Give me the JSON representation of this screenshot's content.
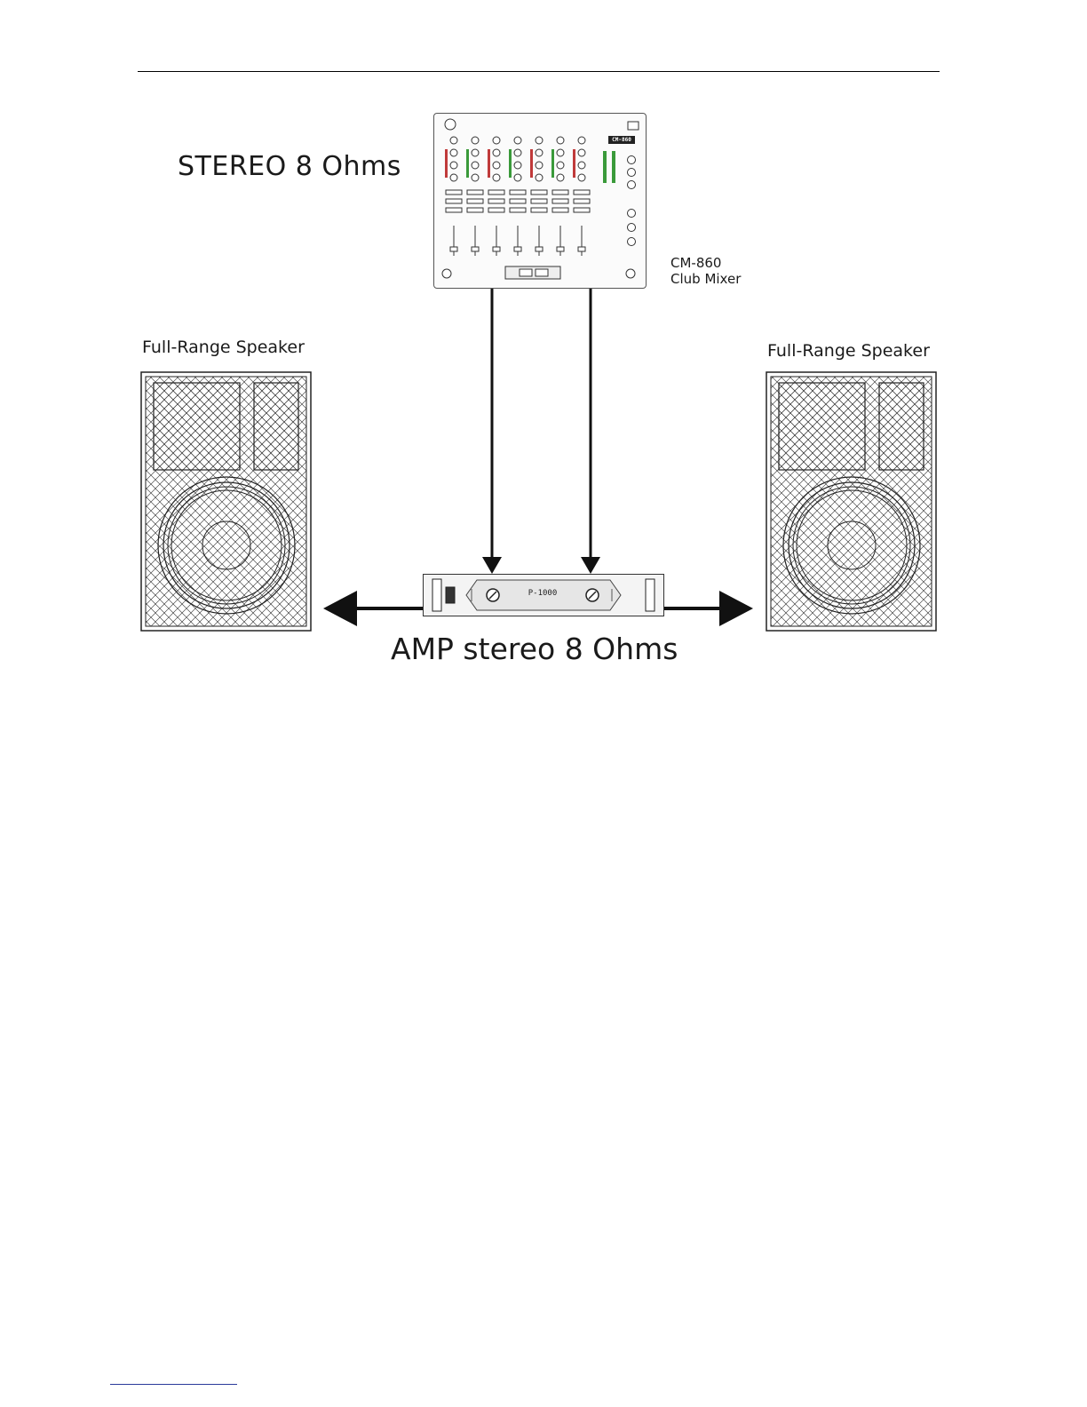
{
  "title": "STEREO 8 Ohms",
  "mixer": {
    "model": "CM-860",
    "name": "Club Mixer",
    "badge": "CM-860"
  },
  "speakers": {
    "left_label": "Full-Range Speaker",
    "right_label": "Full-Range Speaker"
  },
  "amplifier": {
    "label": "AMP stereo 8 Ohms",
    "model": "P-1000"
  },
  "colors": {
    "line": "#111111",
    "grille": "#333333"
  }
}
